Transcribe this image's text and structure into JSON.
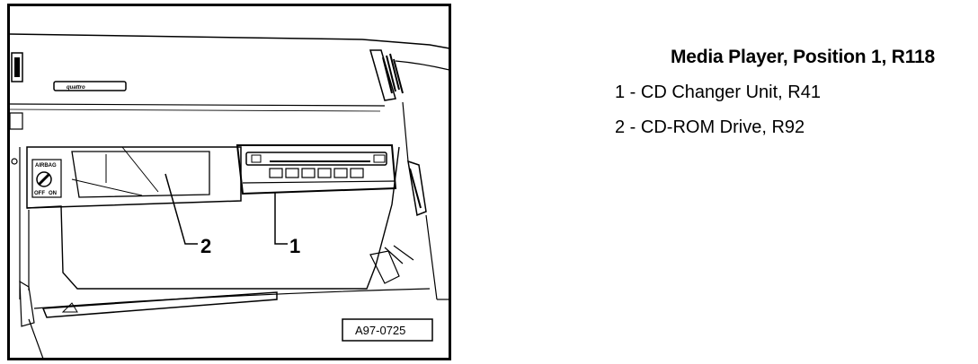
{
  "figure": {
    "badge": "quattro",
    "airbag_label_top": "AIRBAG",
    "airbag_label_off": "OFF",
    "airbag_label_on": "ON",
    "callouts": [
      "2",
      "1"
    ],
    "reference_code": "A97-0725"
  },
  "legend": {
    "title": "Media Player, Position 1, R118",
    "items": [
      "1 - CD Changer Unit, R41",
      "2 - CD-ROM Drive, R92"
    ]
  }
}
